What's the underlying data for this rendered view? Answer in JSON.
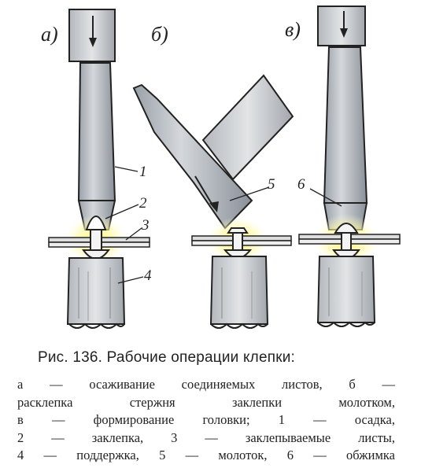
{
  "panel_labels": [
    "а)",
    "б)",
    "в)"
  ],
  "part_numbers": [
    "1",
    "2",
    "3",
    "4",
    "5",
    "6"
  ],
  "caption": {
    "title": "Рис. 136.  Рабочие   операции   клепки:",
    "lines": [
      "а — осаживание соединяемых листов, б —",
      "расклепка стержня заклепки молотком,",
      "в — формирование головки; 1 — осадка,",
      "2 — заклепка, 3 — заклепываемые листы,",
      "4 — поддержка, 5 — молоток, 6 — обжимка"
    ]
  }
}
